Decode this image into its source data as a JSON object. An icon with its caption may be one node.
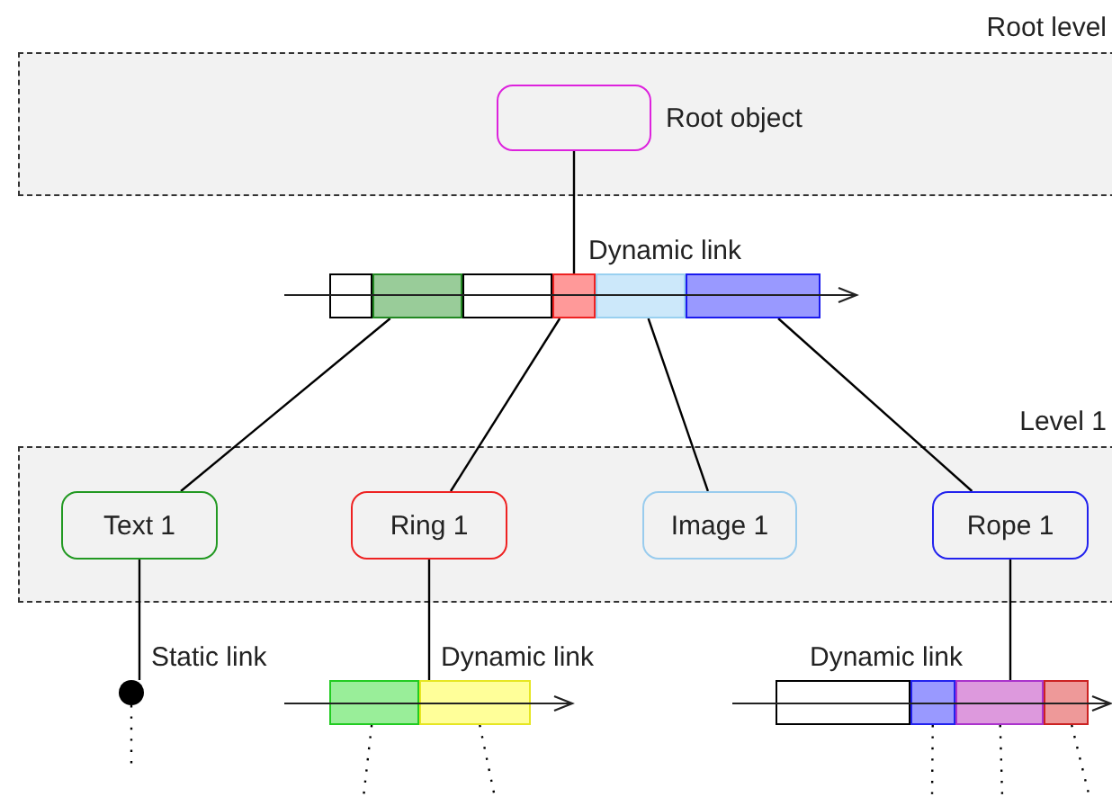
{
  "diagram": {
    "nodes": [
      {
        "text": [
          "Root level"
        ]
      },
      {
        "text": [],
        "shape": "box",
        "beside": [
          "Root object"
        ],
        "in": 0
      },
      {
        "text": [],
        "shape": "box"
      },
      {
        "text": [],
        "shape": "box"
      },
      {
        "text": [],
        "shape": "box"
      },
      {
        "text": [],
        "shape": "box"
      },
      {
        "text": [],
        "shape": "box"
      },
      {
        "text": [],
        "shape": "box"
      },
      {
        "text": [
          "Level 1"
        ]
      },
      {
        "text": [
          "Text 1"
        ],
        "in": 8
      },
      {
        "text": [
          "Ring 1"
        ],
        "in": 8
      },
      {
        "text": [
          "Image 1"
        ],
        "in": 8
      },
      {
        "text": [
          "Rope 1"
        ],
        "in": 8
      },
      {
        "text": [],
        "shape": "circle"
      },
      {
        "text": [],
        "shape": "box"
      },
      {
        "text": [],
        "shape": "box"
      },
      {
        "text": [],
        "shape": "box"
      },
      {
        "text": [],
        "shape": "box"
      },
      {
        "text": [],
        "shape": "box"
      },
      {
        "text": [],
        "shape": "box"
      }
    ],
    "edges": [
      {
        "from": 1,
        "to": 5,
        "arrow": "none"
      },
      {
        "from": 3,
        "to": 9,
        "arrow": "none"
      },
      {
        "from": 5,
        "to": 10,
        "arrow": "none"
      },
      {
        "from": 6,
        "to": 11,
        "arrow": "none"
      },
      {
        "from": 7,
        "to": 12,
        "arrow": "none"
      },
      {
        "from": 9,
        "to": 13,
        "arrow": "none"
      },
      {
        "from": 10,
        "to": 15,
        "arrow": "none"
      },
      {
        "from": 12,
        "to": 18,
        "arrow": "none"
      },
      {
        "from": 13,
        "to": null,
        "arrow": "none",
        "style": "dashed"
      },
      {
        "from": 14,
        "to": null,
        "arrow": "none",
        "style": "dashed"
      },
      {
        "from": 15,
        "to": null,
        "arrow": "none",
        "style": "dashed"
      },
      {
        "from": 17,
        "to": null,
        "arrow": "none",
        "style": "dashed"
      },
      {
        "from": 18,
        "to": null,
        "arrow": "none",
        "style": "dashed"
      },
      {
        "from": 19,
        "to": null,
        "arrow": "none",
        "style": "dashed"
      }
    ],
    "labels": [
      "Dynamic link",
      "Static link",
      "Dynamic link",
      "Dynamic link"
    ]
  }
}
